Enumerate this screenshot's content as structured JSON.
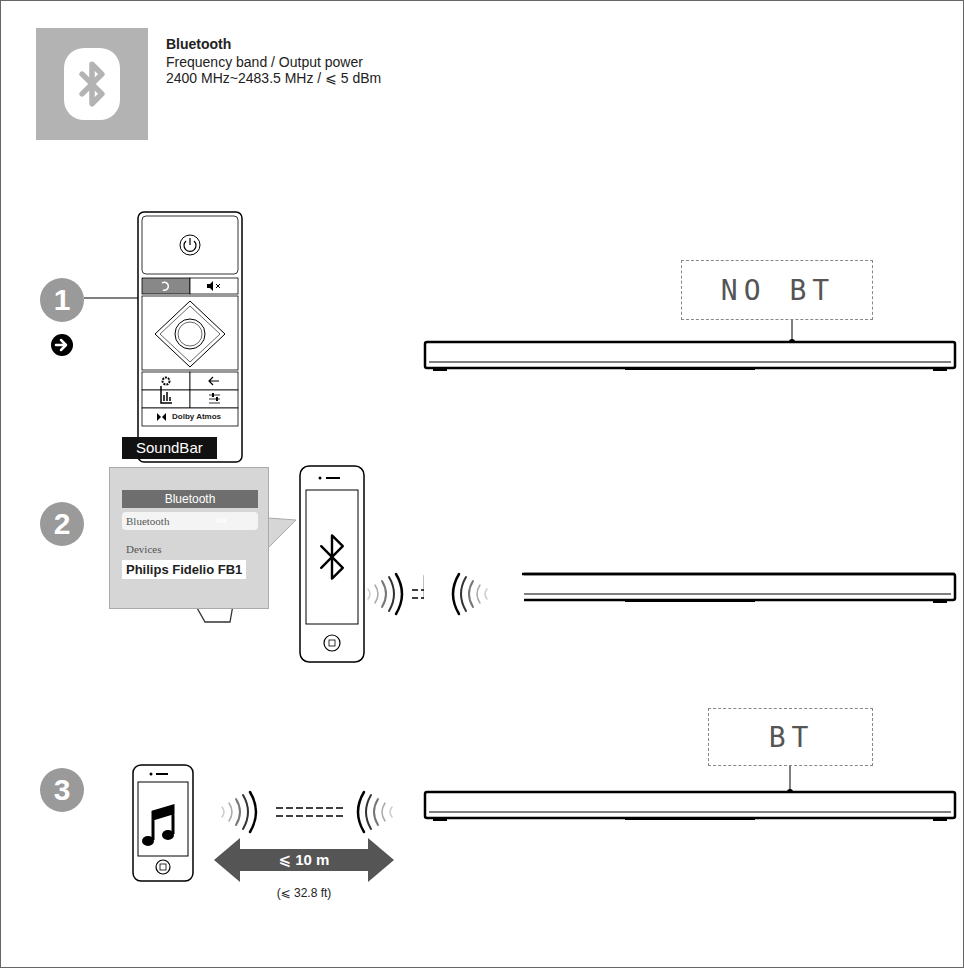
{
  "diagram": {
    "title": "Bluetooth",
    "nodes": [
      {
        "text": [
          "NO BT"
        ]
      },
      {
        "text": [
          "Bluetooth",
          "Bluetooth",
          "ON",
          "Devices",
          "Philips Fidelio FB1"
        ]
      },
      {
        "text": [
          "BT"
        ]
      }
    ],
    "labels": [
      "Frequency band / Output power",
      "2400 MHz~2483.5 MHz / ⩽ 5 dBm",
      "1",
      "Dolby Atmos",
      "SoundBar",
      "2",
      "3",
      "⩽ 10 m",
      "(⩽ 32.8 ft)"
    ]
  }
}
